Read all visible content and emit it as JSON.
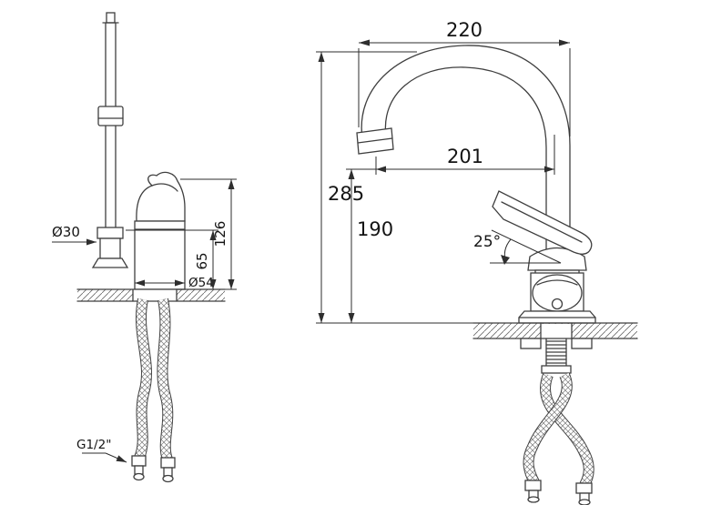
{
  "side_view": {
    "outlet_diameter": "Ø30",
    "body_diameter": "Ø54",
    "total_height": "126",
    "outlet_height": "65",
    "thread": "G1/2\""
  },
  "front_view": {
    "top_width": "220",
    "reach": "201",
    "total_height": "285",
    "outlet_height": "190",
    "handle_angle": "25°"
  },
  "colors": {
    "line": "#3f3f3f",
    "text": "#141414",
    "background": "#ffffff"
  }
}
